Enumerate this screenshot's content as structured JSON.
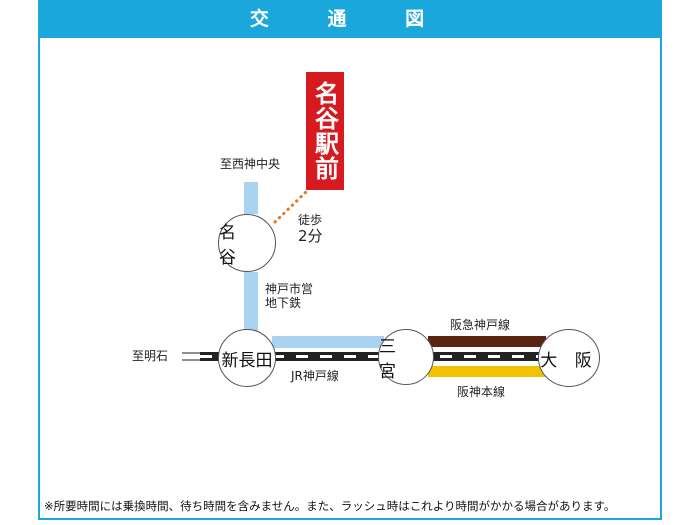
{
  "header": {
    "title": "交 通 図"
  },
  "destination": {
    "label": "名谷駅前"
  },
  "stations": {
    "myodani": "名 谷",
    "shin_nagata": "新長田",
    "sannomiya": "三 宮",
    "osaka": "大 阪"
  },
  "directions": {
    "to_seishin_chuo": "至西神中央",
    "to_akashi": "至明石"
  },
  "walk": {
    "line1": "徒歩",
    "line2": "2分"
  },
  "lines": {
    "subway_line1": "神戸市営",
    "subway_line2": "地下鉄",
    "jr_kobe": "JR神戸線",
    "hankyu_kobe": "阪急神戸線",
    "hanshin_main": "阪神本線"
  },
  "colors": {
    "header": "#1aa7dc",
    "subway": "#a9d3f0",
    "hankyu": "#5a2412",
    "hanshin": "#f2c200",
    "jr": "#222222",
    "walk": "#e07a2c",
    "destination": "#d71920"
  },
  "footer": {
    "note": "※所要時間には乗換時間、待ち時間を含みません。また、ラッシュ時はこれより時間がかかる場合があります。"
  }
}
